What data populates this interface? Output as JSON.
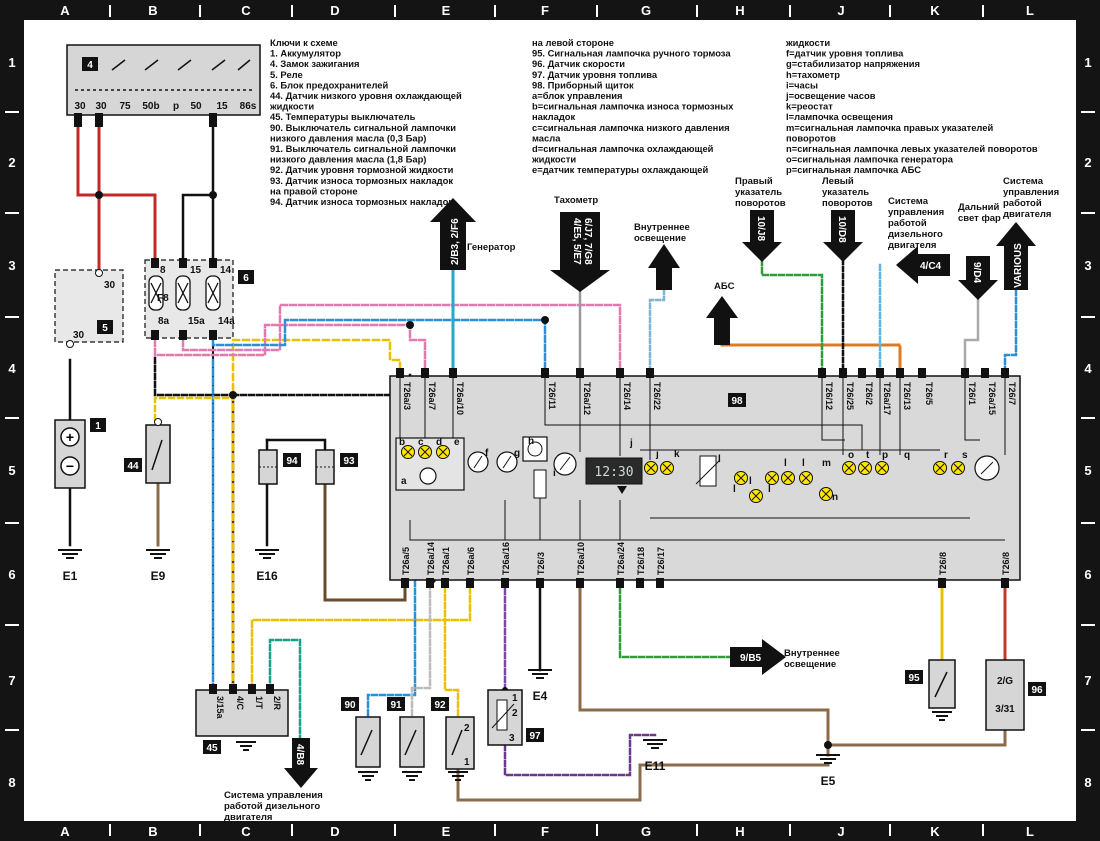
{
  "frame": {
    "columns": [
      "A",
      "B",
      "C",
      "D",
      "E",
      "F",
      "G",
      "H",
      "J",
      "K",
      "L"
    ],
    "rows": [
      "1",
      "2",
      "3",
      "4",
      "5",
      "6",
      "7",
      "8"
    ]
  },
  "legend": {
    "col1": [
      "Ключи к схеме",
      "1. Аккумулятор",
      "4. Замок зажигания",
      "5. Реле",
      "6. Блок предохранителей",
      "44. Датчик низкого уровня охлаждающей",
      "жидкости",
      "45. Температуры выключатель",
      "90. Выключатель сигнальной лампочки",
      "низкого давления масла (0,3 Бар)",
      "91. Выключатель сигнальной лампочки",
      "низкого давления масла (1,8 Бар)",
      "92. Датчик уровня тормозной жидкости",
      "93. Датчик износа тормозных накладок",
      "на правой стороне",
      "94. Датчик износа тормозных накладок"
    ],
    "col2": [
      "на левой стороне",
      "95. Сигнальная лампочка ручного тормоза",
      "96. Датчик скорости",
      "97. Датчик уровня топлива",
      "98. Приборный щиток",
      "a=блок управления",
      "b=сигнальная лампочка износа тормозных",
      "накладок",
      "c=сигнальная лампочка низкого давления",
      "масла",
      "d=сигнальная лампочка охлаждающей",
      "жидкости",
      "e=датчик температуры охлаждающей"
    ],
    "col3": [
      "жидкости",
      "f=датчик уровня топлива",
      "g=стабилизатор напряжения",
      "h=тахометр",
      "i=часы",
      "j=освещение часов",
      "k=реостат",
      "l=лампочка освещения",
      "m=сигнальная лампочка правых указателей",
      "поворотов",
      "n=сигнальная лампочка левых указателей поворотов",
      "o=сигнальная лампочка генератора",
      "p=сигнальная лампочка АБС"
    ]
  },
  "components": {
    "ignition": {
      "id": "4",
      "terminals": [
        "30",
        "30",
        "75",
        "50b",
        "p",
        "50",
        "15",
        "86s"
      ]
    },
    "battery": {
      "id": "1"
    },
    "relay": {
      "id": "5",
      "pin_top": "30",
      "pin_bottom": "30"
    },
    "fusebox": {
      "id": "6",
      "top_pins": [
        "8",
        "15",
        "14"
      ],
      "fuse_label": "F8",
      "bottom_pins": [
        "8a",
        "15a",
        "14a"
      ]
    },
    "sensor44": {
      "id": "44"
    },
    "sensor94": {
      "id": "94"
    },
    "sensor93": {
      "id": "93"
    },
    "switch45": {
      "id": "45",
      "pins": [
        "3/15a",
        "4/C",
        "1/T",
        "2/R"
      ]
    },
    "switch90": {
      "id": "90"
    },
    "switch91": {
      "id": "91"
    },
    "sensor92": {
      "id": "92",
      "pin1": "1",
      "pin2": "2"
    },
    "sensor97": {
      "id": "97",
      "pin1": "1",
      "pin2": "2",
      "pin3": "3"
    },
    "lamp95": {
      "id": "95"
    },
    "sensor96": {
      "id": "96",
      "pin_top": "2/G",
      "pin_bottom": "3/31"
    },
    "cluster": {
      "id": "98",
      "top_pins": [
        "T26a/3",
        "T26a/7",
        "T26a/10",
        "T26/11",
        "T26a/12",
        "T26/14",
        "T26/22",
        "T26/12",
        "T26/25",
        "T26/2",
        "T26a/17",
        "T26/13",
        "T26/5",
        "T26/1",
        "T26a/15",
        "T26/7"
      ],
      "bottom_pins": [
        "T26a/5",
        "T26a/14",
        "T26a/1",
        "T26a/6",
        "T26a/16",
        "T26/3",
        "T26a/10",
        "T26a/24",
        "T26/18",
        "T26/17",
        "T26/8",
        "T26/8"
      ],
      "clock_display": "12:30",
      "element_letters": [
        "a",
        "b",
        "c",
        "d",
        "e",
        "f",
        "g",
        "h",
        "i",
        "j",
        "j",
        "k",
        "l",
        "l",
        "l",
        "l",
        "l",
        "l",
        "m",
        "n",
        "o",
        "t",
        "p",
        "q",
        "r",
        "s"
      ]
    }
  },
  "grounds": [
    "E1",
    "E9",
    "E16",
    "E4",
    "E11",
    "E5"
  ],
  "off_page": {
    "generator": {
      "ref": "2/B3, 2/F6",
      "label": "Генератор"
    },
    "tacho": {
      "label": "Тахометр",
      "ref": "4/E5, 5/E7 6/J7, 7/G8"
    },
    "interior_top": {
      "label": "Внутреннее освещение"
    },
    "abs": {
      "label": "АБС"
    },
    "right_turn": {
      "label": "Правый указатель поворотов",
      "ref": "10/J8"
    },
    "left_turn": {
      "label": "Левый указатель поворотов",
      "ref": "10/D8"
    },
    "diesel_ref": {
      "label": "Система управления работой дизельного двигателя",
      "ref": "4/C4"
    },
    "high_beam": {
      "label": "Дальний свет фар",
      "ref": "9/D4"
    },
    "engine_mgmt": {
      "label": "Система управления работой двигателя",
      "ref": "VARIOUS"
    },
    "interior_bottom": {
      "ref": "9/B5",
      "label": "Внутреннее освещение"
    },
    "diesel_bottom": {
      "ref": "4/B8",
      "label": "Система управления работой дизельного двигателя"
    }
  }
}
